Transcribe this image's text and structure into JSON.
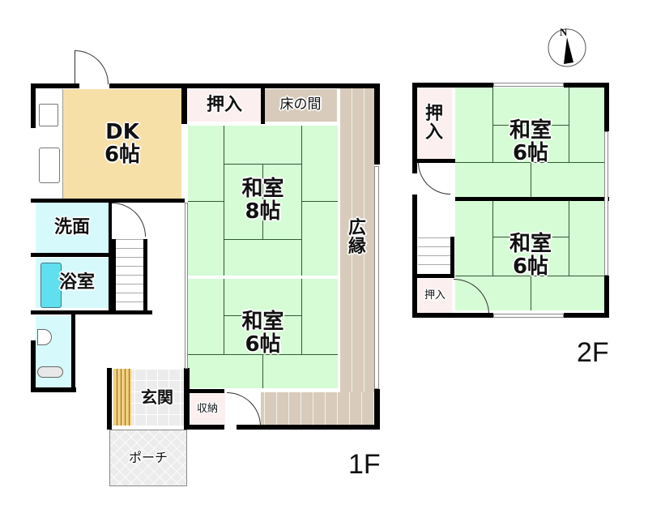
{
  "compass": {
    "label": "N",
    "icon": "north-arrow-icon"
  },
  "floors": [
    {
      "label": "1F",
      "rooms": {
        "dk": {
          "line1": "DK",
          "line2": "6帖"
        },
        "washroom": {
          "label": "洗面"
        },
        "bathroom": {
          "label": "浴室"
        },
        "closet_8": {
          "label": "押入"
        },
        "tokonoma": {
          "label": "床の間"
        },
        "washitsu_8": {
          "line1": "和室",
          "line2": "8帖"
        },
        "washitsu_6": {
          "line1": "和室",
          "line2": "6帖"
        },
        "engawa": {
          "line1": "広",
          "line2": "縁"
        },
        "entrance": {
          "label": "玄関"
        },
        "storage": {
          "label": "収納"
        },
        "porch": {
          "label": "ポーチ"
        }
      }
    },
    {
      "label": "2F",
      "rooms": {
        "closet_top": {
          "line1": "押",
          "line2": "入"
        },
        "washitsu_a": {
          "line1": "和室",
          "line2": "6帖"
        },
        "washitsu_b": {
          "line1": "和室",
          "line2": "6帖"
        },
        "closet_bottom": {
          "label": "押入"
        }
      }
    }
  ],
  "colors": {
    "tatami": "#d6fcd6",
    "dk": "#f7dfa8",
    "wet_area": "#d6fafc",
    "closet": "#fcefef",
    "engawa": "#d8cbbb",
    "wall": "#000000"
  }
}
